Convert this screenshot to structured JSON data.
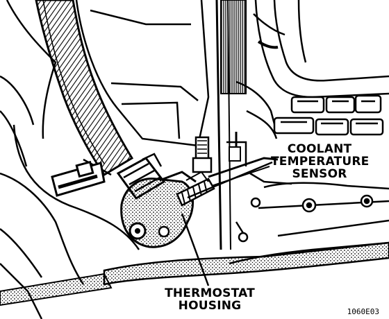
{
  "labels": {
    "coolant_sensor_line1": "COOLANT",
    "coolant_sensor_line2": "TEMPERATURE",
    "coolant_sensor_line3": "SENSOR",
    "thermostat_housing_line1": "THERMOSTAT",
    "thermostat_housing_line2": "HOUSING"
  },
  "figure_id": "1060E03",
  "colors": {
    "ink": "#000000",
    "paper": "#ffffff"
  }
}
